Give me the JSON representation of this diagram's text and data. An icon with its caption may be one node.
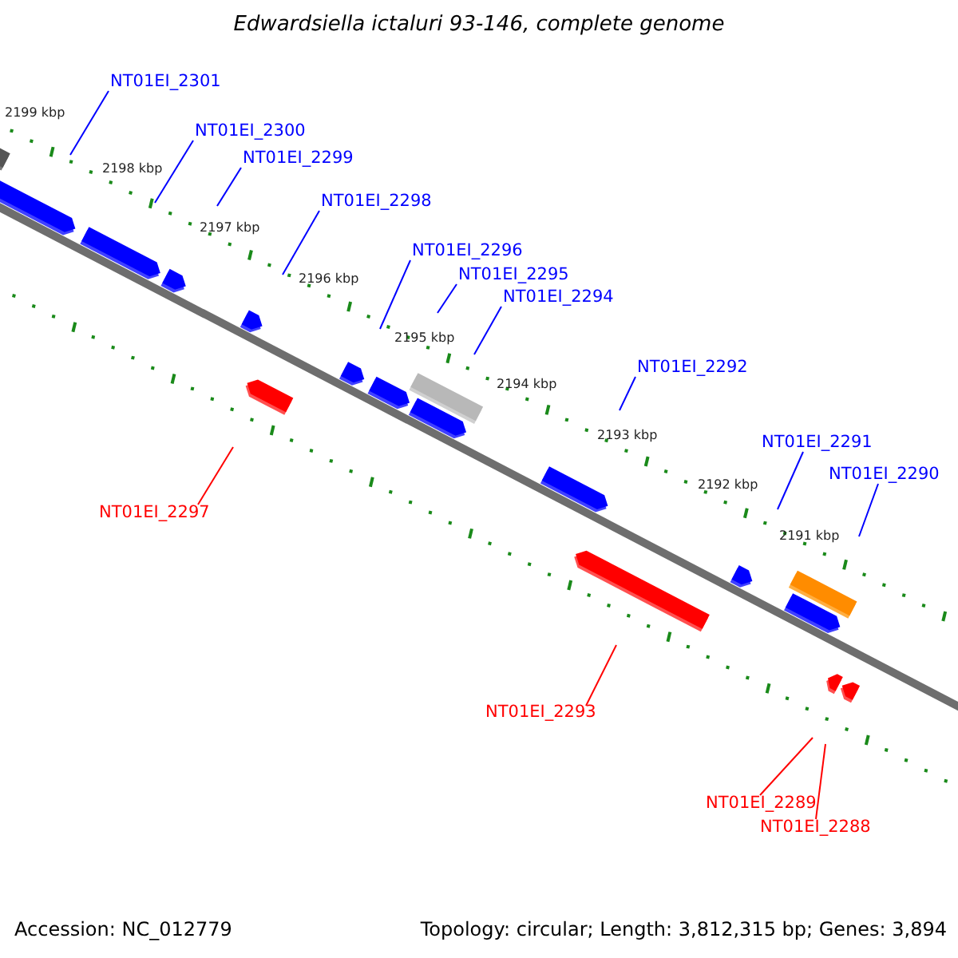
{
  "diagram": {
    "title": "Edwardsiella ictaluri 93-146, complete genome",
    "nodes": [
      {
        "text": [
          "NT01EI_2301"
        ]
      },
      {
        "text": [
          "NT01EI_2300"
        ]
      },
      {
        "text": [
          "NT01EI_2299"
        ]
      },
      {
        "text": [
          "NT01EI_2298"
        ]
      },
      {
        "text": [
          "NT01EI_2296"
        ]
      },
      {
        "text": [
          "NT01EI_2295"
        ]
      },
      {
        "text": [
          "NT01EI_2294"
        ]
      },
      {
        "text": [
          "NT01EI_2292"
        ]
      },
      {
        "text": [
          "NT01EI_2291"
        ]
      },
      {
        "text": [
          "NT01EI_2290"
        ]
      },
      {
        "text": [
          "NT01EI_2297"
        ]
      },
      {
        "text": [
          "NT01EI_2293"
        ]
      },
      {
        "text": [
          "NT01EI_2289"
        ]
      },
      {
        "text": [
          "NT01EI_2288"
        ]
      }
    ],
    "edges": [
      {
        "from": 0,
        "to": null,
        "arrow": "none"
      },
      {
        "from": 1,
        "to": null,
        "arrow": "none"
      },
      {
        "from": 2,
        "to": null,
        "arrow": "none"
      },
      {
        "from": 3,
        "to": null,
        "arrow": "none"
      },
      {
        "from": 4,
        "to": null,
        "arrow": "none"
      },
      {
        "from": 5,
        "to": null,
        "arrow": "none"
      },
      {
        "from": 6,
        "to": null,
        "arrow": "none"
      },
      {
        "from": 7,
        "to": null,
        "arrow": "none"
      },
      {
        "from": 8,
        "to": null,
        "arrow": "none"
      },
      {
        "from": 9,
        "to": null,
        "arrow": "none"
      },
      {
        "from": 10,
        "to": null,
        "arrow": "none",
        "color": "#ff0000"
      },
      {
        "from": 11,
        "to": null,
        "arrow": "none",
        "color": "#ff0000"
      },
      {
        "from": 12,
        "to": null,
        "arrow": "none",
        "color": "#ff0000"
      },
      {
        "from": 13,
        "to": null,
        "arrow": "none",
        "color": "#ff0000"
      }
    ],
    "labels": [
      "2199 kbp",
      "2198 kbp",
      "2197 kbp",
      "2196 kbp",
      "2195 kbp",
      "2194 kbp",
      "2193 kbp",
      "2192 kbp",
      "2191 kbp",
      "Accession: NC_012779",
      "Topology: circular; Length: 3,812,315 bp; Genes: 3,894"
    ]
  }
}
